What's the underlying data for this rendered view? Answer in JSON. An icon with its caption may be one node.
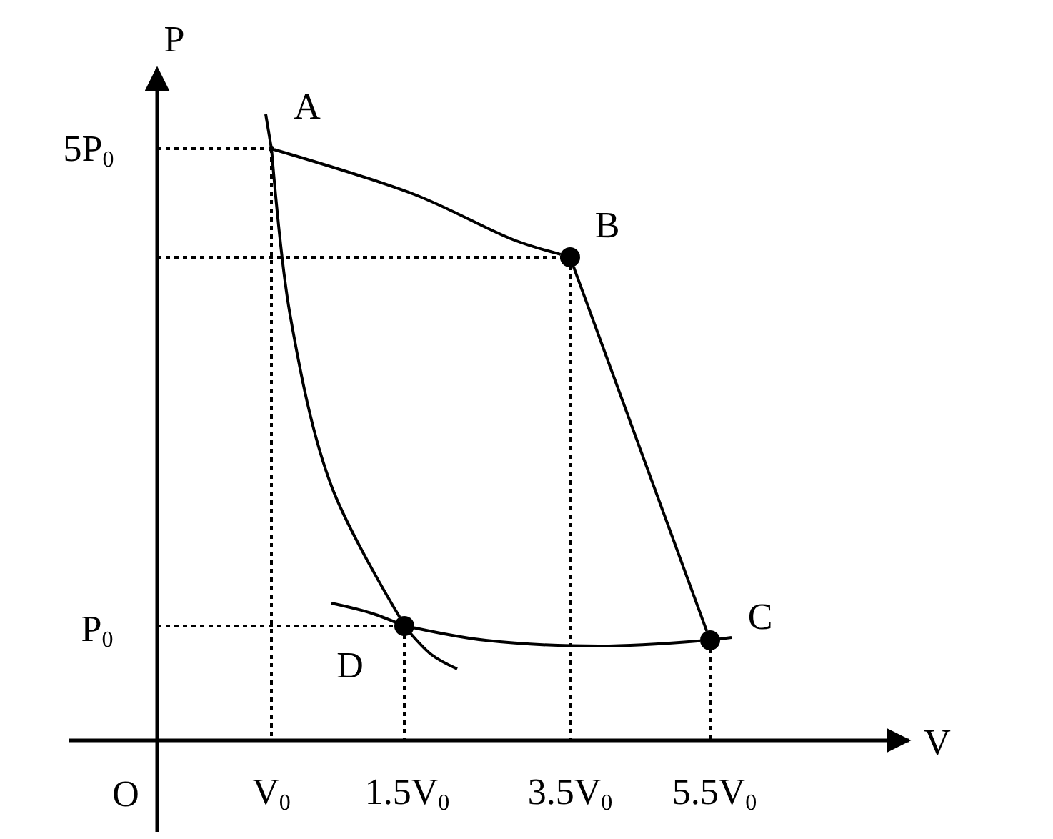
{
  "diagram": {
    "nodes": [
      {
        "text": [],
        "shape": "point",
        "beside": [
          "A"
        ]
      },
      {
        "text": [],
        "shape": "circle",
        "beside": [
          "B"
        ]
      },
      {
        "text": [],
        "shape": "circle",
        "beside": [
          "C"
        ]
      },
      {
        "text": [],
        "shape": "circle",
        "beside": [
          "D"
        ]
      }
    ],
    "edges": [
      {
        "from": 0,
        "to": 1,
        "arrow": "none"
      },
      {
        "from": 1,
        "to": 2,
        "arrow": "none"
      },
      {
        "from": 2,
        "to": 3,
        "arrow": "none"
      },
      {
        "from": 3,
        "to": 0,
        "arrow": "none"
      }
    ],
    "labels": [
      "P",
      "5P$_{0}$",
      "P$_{0}$",
      "V",
      "O",
      "V$_{0}$",
      "1.5V$_{0}$",
      "3.5V$_{0}$",
      "5.5V$_{0}$"
    ]
  }
}
